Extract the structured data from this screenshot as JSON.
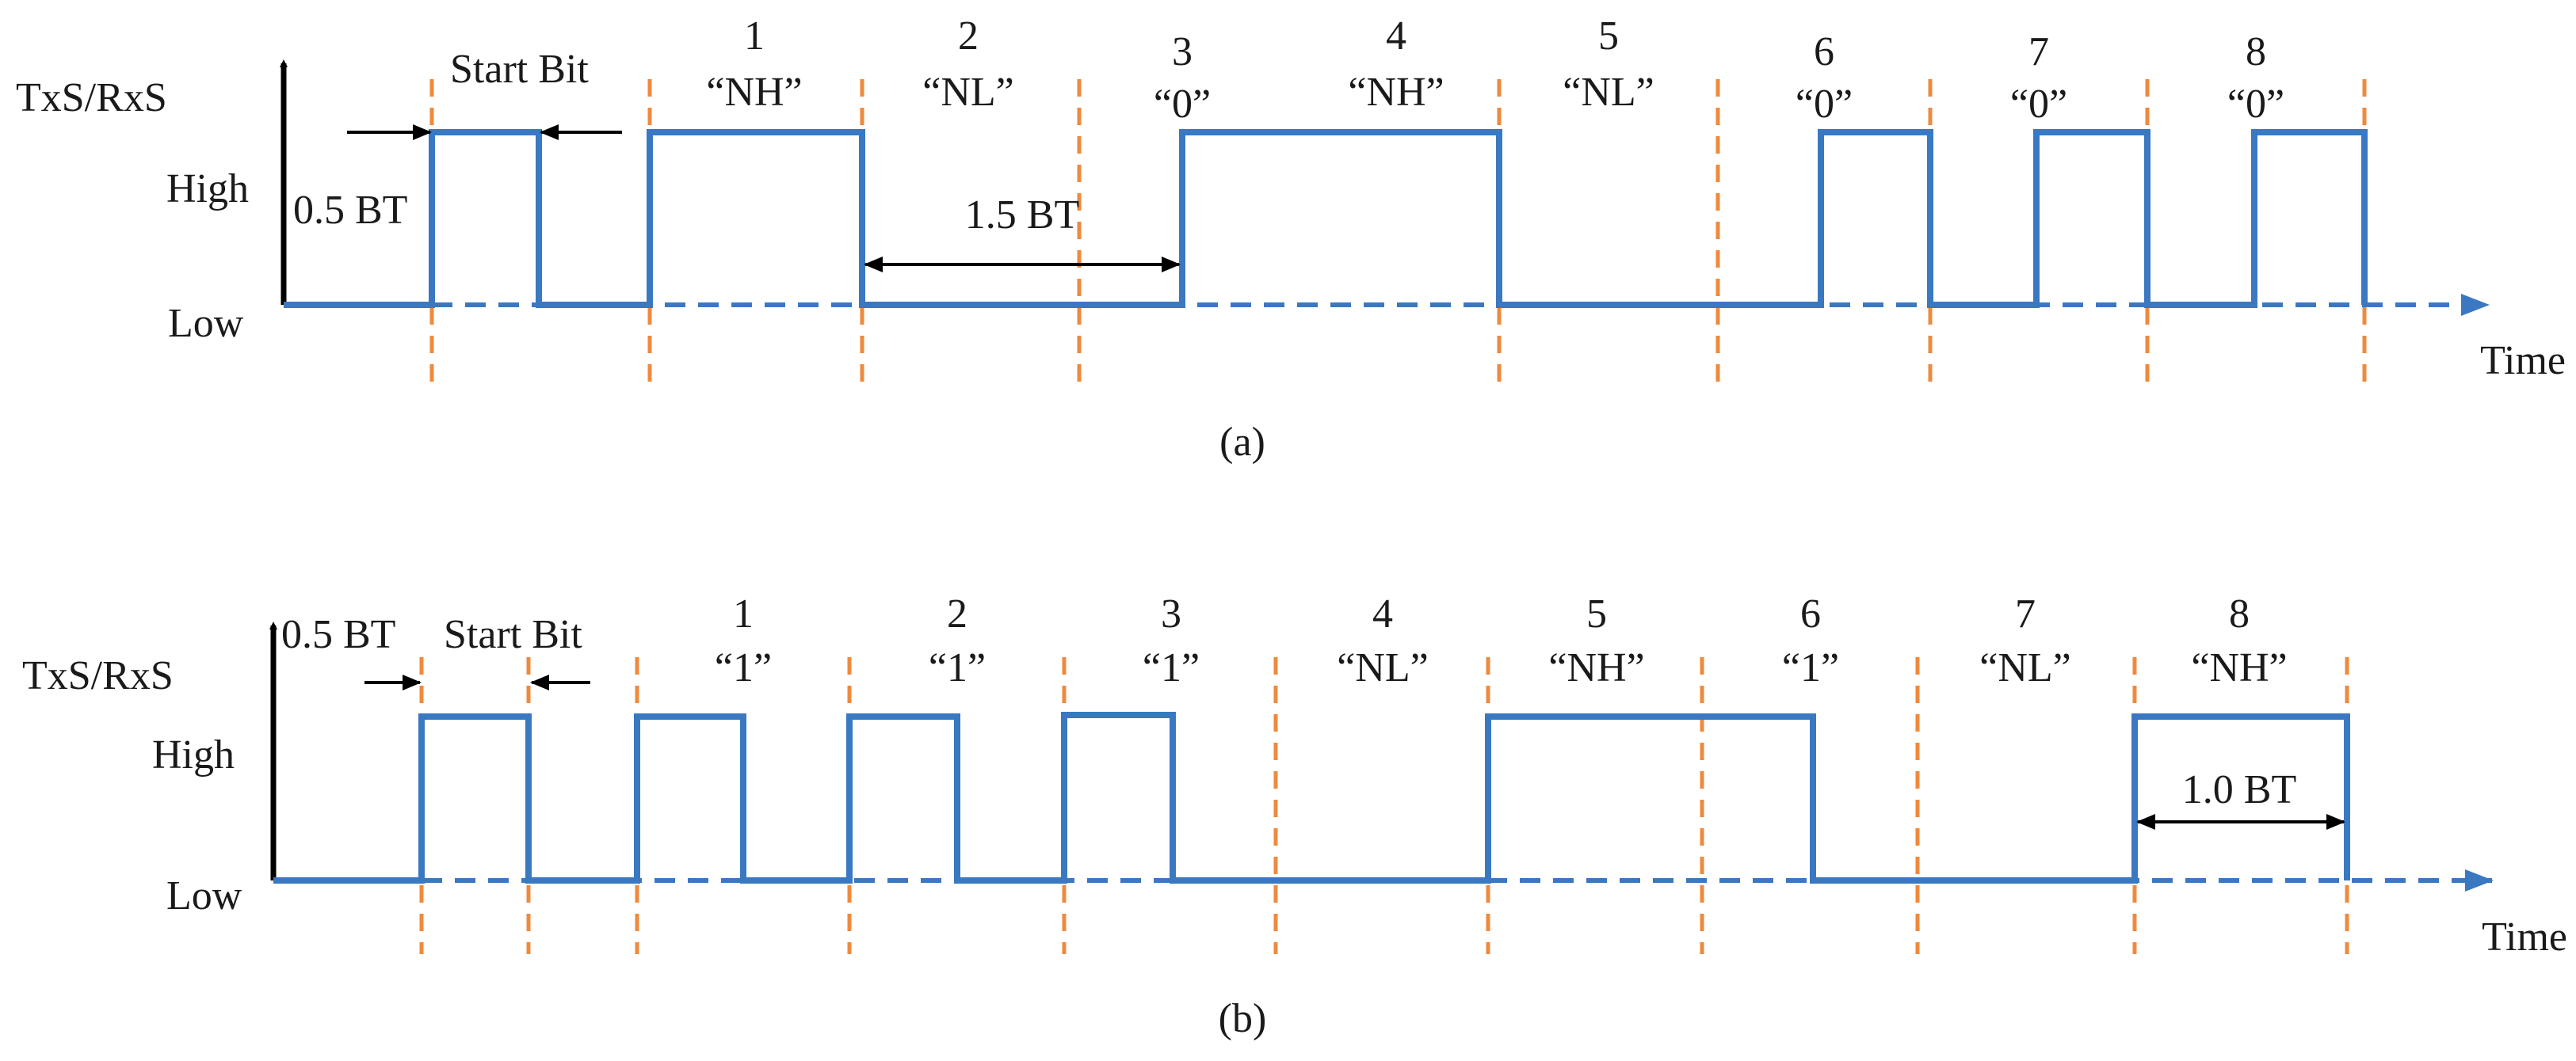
{
  "panels": [
    {
      "id": "a",
      "caption": "(a)",
      "y_axis_label": "TxS/RxS",
      "level_high": "High",
      "level_low": "Low",
      "x_axis_label": "Time",
      "annotations": {
        "half_bt": "0.5 BT",
        "start_bit": "Start Bit",
        "span": "1.5 BT"
      },
      "bits": [
        {
          "num": "1",
          "code": "“NH”"
        },
        {
          "num": "2",
          "code": "“NL”"
        },
        {
          "num": "3",
          "code": "“0”"
        },
        {
          "num": "4",
          "code": "“NH”"
        },
        {
          "num": "5",
          "code": "“NL”"
        },
        {
          "num": "6",
          "code": "“0”"
        },
        {
          "num": "7",
          "code": "“0”"
        },
        {
          "num": "8",
          "code": "“0”"
        }
      ]
    },
    {
      "id": "b",
      "caption": "(b)",
      "y_axis_label": "TxS/RxS",
      "level_high": "High",
      "level_low": "Low",
      "x_axis_label": "Time",
      "annotations": {
        "half_bt": "0.5 BT",
        "start_bit": "Start Bit",
        "span": "1.0 BT"
      },
      "bits": [
        {
          "num": "1",
          "code": "“1”"
        },
        {
          "num": "2",
          "code": "“1”"
        },
        {
          "num": "3",
          "code": "“1”"
        },
        {
          "num": "4",
          "code": "“NL”"
        },
        {
          "num": "5",
          "code": "“NH”"
        },
        {
          "num": "6",
          "code": "“1”"
        },
        {
          "num": "7",
          "code": "“NL”"
        },
        {
          "num": "8",
          "code": "“NH”"
        }
      ]
    }
  ],
  "colors": {
    "signal": "#3a78c2",
    "boundary": "#ee8a3d",
    "text": "#1a1a1a"
  }
}
